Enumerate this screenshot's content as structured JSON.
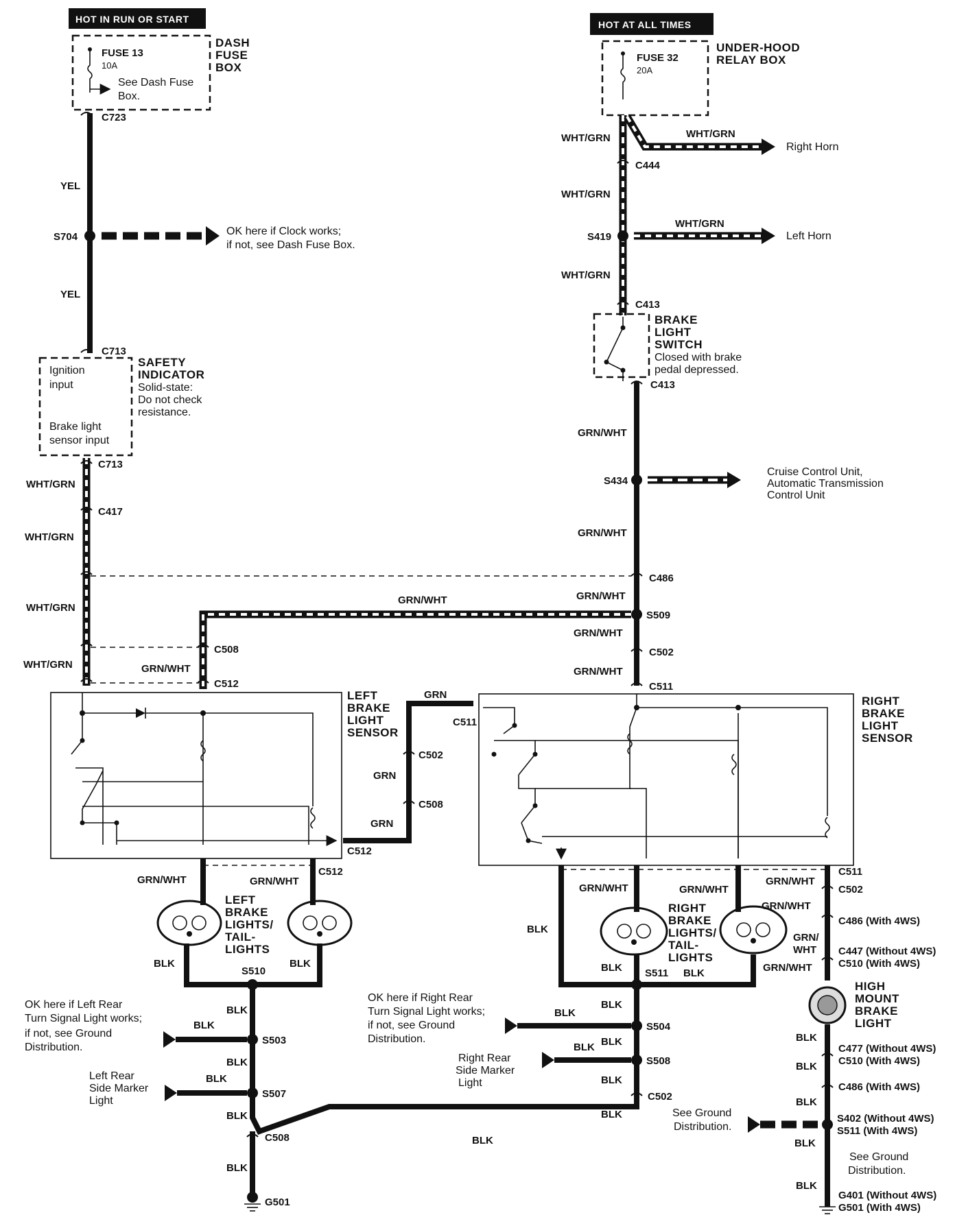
{
  "headers": {
    "left": "HOT IN RUN OR START",
    "right": "HOT AT ALL TIMES"
  },
  "fuse13": {
    "name": "FUSE 13",
    "rating": "10A",
    "note1": "See Dash Fuse",
    "note2": "Box.",
    "box1": "DASH",
    "box2": "FUSE",
    "box3": "BOX"
  },
  "fuse32": {
    "name": "FUSE 32",
    "rating": "20A",
    "box1": "UNDER-HOOD",
    "box2": "RELAY BOX"
  },
  "safety": {
    "t1": "SAFETY",
    "t2": "INDICATOR",
    "n1": "Solid-state:",
    "n2": "Do not check",
    "n3": "resistance.",
    "in1a": "Ignition",
    "in1b": "input",
    "in2a": "Brake light",
    "in2b": "sensor input"
  },
  "brake_switch": {
    "t1": "BRAKE",
    "t2": "LIGHT",
    "t3": "SWITCH",
    "n1": "Closed with brake",
    "n2": "pedal depressed."
  },
  "left_sensor": {
    "t1": "LEFT",
    "t2": "BRAKE",
    "t3": "LIGHT",
    "t4": "SENSOR"
  },
  "right_sensor": {
    "t1": "RIGHT",
    "t2": "BRAKE",
    "t3": "LIGHT",
    "t4": "SENSOR"
  },
  "left_lights": {
    "t1": "LEFT",
    "t2": "BRAKE",
    "t3": "LIGHTS/",
    "t4": "TAIL-",
    "t5": "LIGHTS"
  },
  "right_lights": {
    "t1": "RIGHT",
    "t2": "BRAKE",
    "t3": "LIGHTS/",
    "t4": "TAIL-",
    "t5": "LIGHTS"
  },
  "hmbl": {
    "t1": "HIGH",
    "t2": "MOUNT",
    "t3": "BRAKE",
    "t4": "LIGHT"
  },
  "notes": {
    "clock1": "OK here if Clock works;",
    "clock2": "if not, see Dash Fuse Box.",
    "right_horn": "Right Horn",
    "left_horn": "Left Horn",
    "cruise1": "Cruise Control Unit,",
    "cruise2": "Automatic Transmission",
    "cruise3": "Control Unit",
    "lrturn1": "OK here if Left Rear",
    "lrturn2": "Turn Signal Light works;",
    "lrturn3": "if not, see Ground",
    "lrturn4": "Distribution.",
    "lrside1": "Left  Rear",
    "lrside2": "Side Marker",
    "lrside3": "Light",
    "rrturn1": "OK here if Right Rear",
    "rrturn2": "Turn Signal Light works;",
    "rrturn3": "if not, see Ground",
    "rrturn4": "Distribution.",
    "rrside1": "Right Rear",
    "rrside2": "Side Marker",
    "rrside3": "Light",
    "gnd1": "See Ground",
    "gnd2": "Distribution.",
    "gnd3": "See Ground",
    "gnd4": "Distribution."
  },
  "wire_colors": {
    "yel": "YEL",
    "whtgrn": "WHT/GRN",
    "grnwht": "GRN/WHT",
    "grn": "GRN",
    "blk": "BLK",
    "grnwht_split1": "GRN/",
    "grnwht_split2": "WHT"
  },
  "connectors": {
    "c723": "C723",
    "s704": "S704",
    "c713": "C713",
    "c417": "C417",
    "c508": "C508",
    "c512": "C512",
    "c444": "C444",
    "s419": "S419",
    "c413": "C413",
    "s434": "S434",
    "c486": "C486",
    "s509": "S509",
    "c502": "C502",
    "c511": "C511",
    "s510": "S510",
    "s503": "S503",
    "s507": "S507",
    "g501": "G501",
    "s511": "S511",
    "s504": "S504",
    "s508": "S508",
    "c486_4ws": "C486 (With 4WS)",
    "c447": "C447 (Without 4WS)",
    "c510_4ws": "C510 (With 4WS)",
    "c477": "C477 (Without 4WS)",
    "c510_4ws_b": "C510 (With 4WS)",
    "c486_4ws_b": "C486 (With 4WS)",
    "s402": "S402 (Without 4WS)",
    "s511_4ws": "S511 (With 4WS)",
    "g401": "G401 (Without 4WS)",
    "g501_4ws": "G501 (With 4WS)"
  }
}
